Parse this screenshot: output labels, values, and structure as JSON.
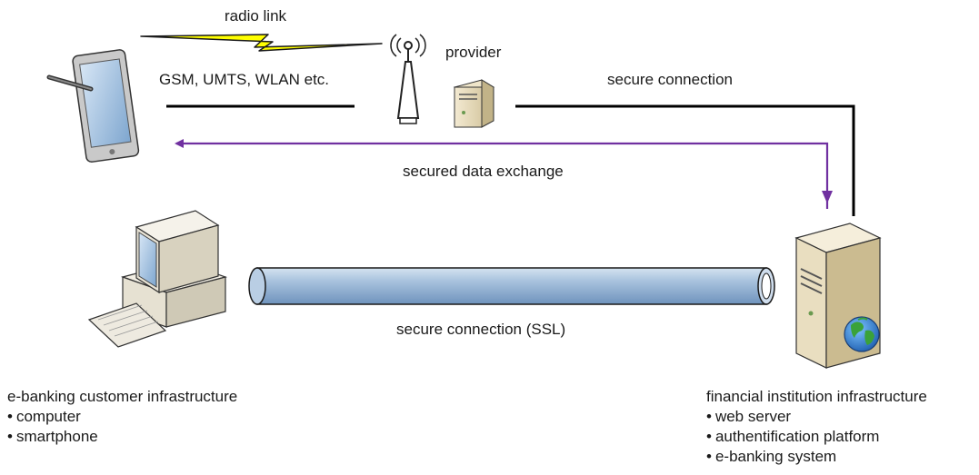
{
  "labels": {
    "radio_link": "radio link",
    "gsm": "GSM, UMTS, WLAN etc.",
    "provider": "provider",
    "secure_connection": "secure connection",
    "secured_data_exchange": "secured data exchange",
    "ssl": "secure connection (SSL)"
  },
  "customer": {
    "title": "e-banking customer infrastructure",
    "items": [
      "computer",
      "smartphone"
    ]
  },
  "institution": {
    "title": "financial institution infrastructure",
    "items": [
      "web server",
      "authentification platform",
      "e-banking system"
    ]
  },
  "icons": [
    "tablet-icon",
    "antenna-icon",
    "provider-server-icon",
    "desktop-computer-icon",
    "server-icon",
    "globe-icon",
    "lightning-bolt-icon"
  ],
  "colors": {
    "exchange_arrow": "#7030a0",
    "lightning": "#ffff00",
    "pipe": "#8fb0d3"
  }
}
